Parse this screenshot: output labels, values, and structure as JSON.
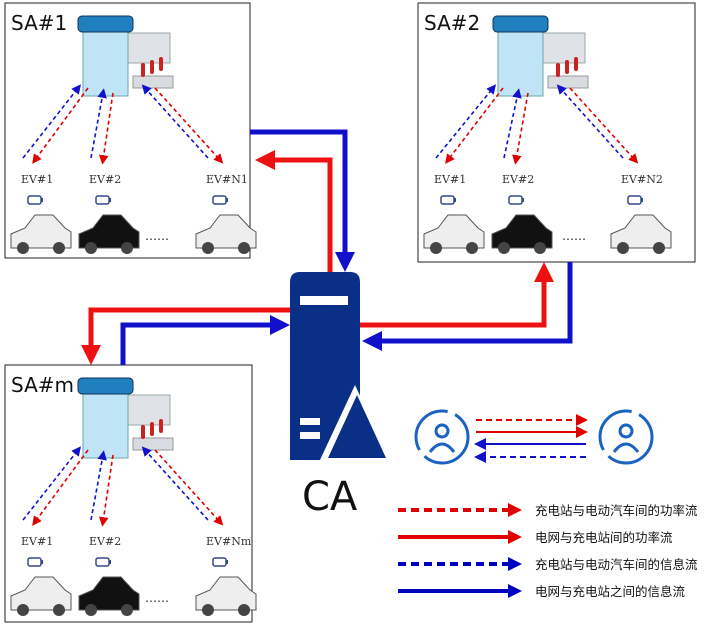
{
  "stations": [
    {
      "id": "sa1",
      "title": "SA#1",
      "ev_labels": [
        "EV#1",
        "EV#2",
        "EV#N1"
      ],
      "car_colors": [
        "white",
        "black",
        "white"
      ],
      "ellipsis": "……"
    },
    {
      "id": "sa2",
      "title": "SA#2",
      "ev_labels": [
        "EV#1",
        "EV#2",
        "EV#N2"
      ],
      "car_colors": [
        "white",
        "black",
        "white"
      ],
      "ellipsis": "……"
    },
    {
      "id": "sam",
      "title": "SA#m",
      "ev_labels": [
        "EV#1",
        "EV#2",
        "EV#Nm"
      ],
      "car_colors": [
        "white",
        "black",
        "white"
      ],
      "ellipsis": "……"
    }
  ],
  "ca": {
    "label": "CA",
    "icon": "server-icon"
  },
  "legend": [
    {
      "style": "dashed",
      "color": "#e00000",
      "text": "充电站与电动汽车间的功率流"
    },
    {
      "style": "solid",
      "color": "#e00000",
      "text": "电网与充电站间的功率流"
    },
    {
      "style": "dashed",
      "color": "#0000c0",
      "text": "充电站与电动汽车间的信息流"
    },
    {
      "style": "solid",
      "color": "#0000c0",
      "text": "电网与充电站之间的信息流"
    }
  ],
  "colors": {
    "power": "#ee1111",
    "info": "#1111cc",
    "server": "#0a2f86",
    "user_icon": "#1a63c0"
  }
}
